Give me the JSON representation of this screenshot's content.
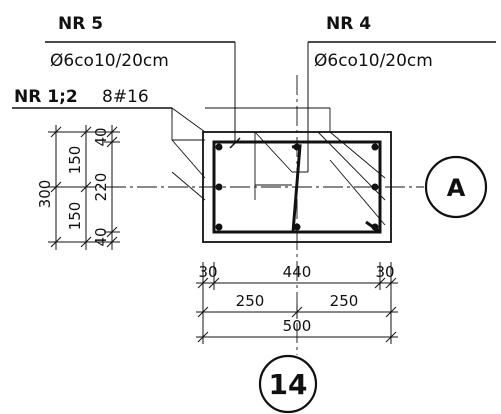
{
  "labels": {
    "nr5": "NR 5",
    "nr5_spec": "Ø6co10/20cm",
    "nr4": "NR 4",
    "nr4_spec": "Ø6co10/20cm",
    "nr12": "NR 1;2",
    "nr12_spec": "8#16"
  },
  "dimensions": {
    "vertical_total": "300",
    "vertical_top": "150",
    "vertical_bottom": "150",
    "vertical_cover_top": "40",
    "vertical_inner": "220",
    "vertical_cover_bottom": "40",
    "horizontal_cover_left": "30",
    "horizontal_inner": "440",
    "horizontal_cover_right": "30",
    "horizontal_half_left": "250",
    "horizontal_half_right": "250",
    "horizontal_total": "500"
  },
  "axes": {
    "horizontal_axis": "A",
    "vertical_axis": "14"
  },
  "colors": {
    "line": "#111111",
    "background": "#ffffff"
  }
}
